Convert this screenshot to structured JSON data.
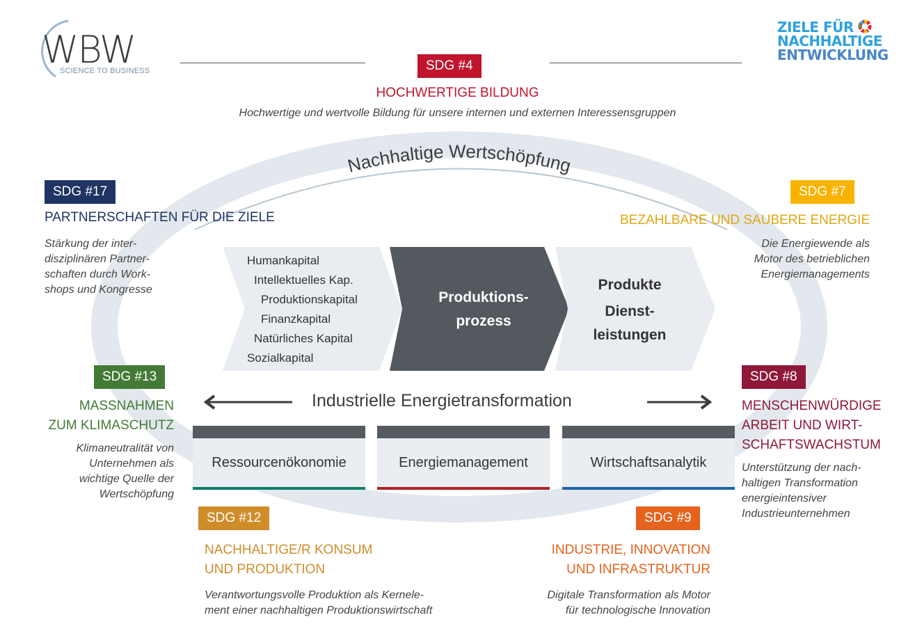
{
  "logos": {
    "wbw": {
      "name": "WBW",
      "tagline": "SCIENCE TO BUSINESS"
    },
    "sdg": {
      "line1": "ZIELE FÜR",
      "line2": "NACHHALTIGE",
      "line3": "ENTWICKLUNG"
    }
  },
  "arc_label": "Nachhaltige Wertschöpfung",
  "sdgs": {
    "sdg4": {
      "badge": "SDG #4",
      "title": "HOCHWERTIGE BILDUNG",
      "description": "Hochwertige und wertvolle Bildung für unsere internen und externen Interessensgruppen",
      "color": "#c0152d"
    },
    "sdg17": {
      "badge": "SDG #17",
      "title": "PARTNERSCHAFTEN FÜR DIE ZIELE",
      "description": [
        "Stärkung der inter-",
        "disziplinären Partner-",
        "schaften durch Work-",
        "shops und Kongresse"
      ],
      "color": "#1f3463"
    },
    "sdg7": {
      "badge": "SDG #7",
      "title": "BEZAHLBARE UND SAUBERE ENERGIE",
      "description": [
        "Die Energiewende als",
        "Motor des betrieblichen",
        "Energiemanagements"
      ],
      "color": "#f8b300",
      "title_color": "#e0a614"
    },
    "sdg13": {
      "badge": "SDG #13",
      "title": [
        "MASSNAHMEN",
        "ZUM KLIMASCHUTZ"
      ],
      "description": [
        "Klimaneutralität von",
        "Unternehmen als",
        "wichtige Quelle der",
        "Wertschöpfung"
      ],
      "color": "#437a35"
    },
    "sdg8": {
      "badge": "SDG #8",
      "title": [
        "MENSCHENWÜRDIGE",
        "ARBEIT UND WIRT-",
        "SCHAFTSWACHSTUM"
      ],
      "description": [
        "Unterstützung der nach-",
        "haltigen Transformation",
        "energieintensiver",
        "Industrieunternehmen"
      ],
      "color": "#8f1838"
    },
    "sdg12": {
      "badge": "SDG #12",
      "title": [
        "NACHHALTIGE/R KONSUM",
        "UND PRODUKTION"
      ],
      "description": [
        "Verantwortungsvolle Produktion als Kernele-",
        "ment einer nachhaltigen Produktionswirtschaft"
      ],
      "color": "#cf8d2a"
    },
    "sdg9": {
      "badge": "SDG #9",
      "title": [
        "INDUSTRIE, INNOVATION",
        "UND INFRASTRUKTUR"
      ],
      "description": [
        "Digitale Transformation als Motor",
        "für technologische Innovation"
      ],
      "color": "#e5631d"
    }
  },
  "process": {
    "inputs": [
      "Humankapital",
      "Intellektuelles Kap.",
      "Produktionskapital",
      "Finanzkapital",
      "Natürliches Kapital",
      "Sozialkapital"
    ],
    "core": [
      "Produktions-",
      "prozess"
    ],
    "outputs": [
      "Produkte",
      "Dienst-",
      "leistungen"
    ]
  },
  "transformation": {
    "label": "Industrielle Energietransformation",
    "areas": [
      {
        "label": "Ressourcenökonomie",
        "color": "#0f7e6a"
      },
      {
        "label": "Energiemanagement",
        "color": "#b02227"
      },
      {
        "label": "Wirtschaftsanalytik",
        "color": "#1f64a6"
      }
    ]
  }
}
